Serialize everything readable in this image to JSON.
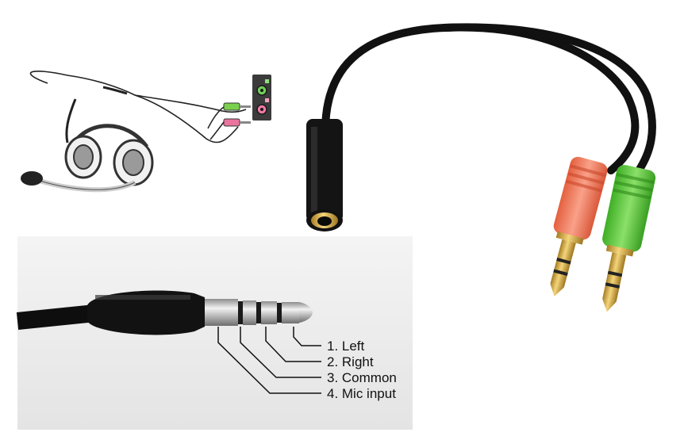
{
  "pinout_labels": [
    {
      "text": "1. Left"
    },
    {
      "text": "2. Right"
    },
    {
      "text": "3. Common"
    },
    {
      "text": "4. Mic input"
    }
  ],
  "colors": {
    "cable": "#0d0d0d",
    "plug_green": "#5cc93a",
    "plug_pink": "#f07a5d",
    "gold": "#d9b04a",
    "photo_bg": "#ececec",
    "arrow": "#000000"
  },
  "icons": [
    "headset-icon",
    "pc-audio-ports-icon",
    "up-arrow-icon"
  ]
}
